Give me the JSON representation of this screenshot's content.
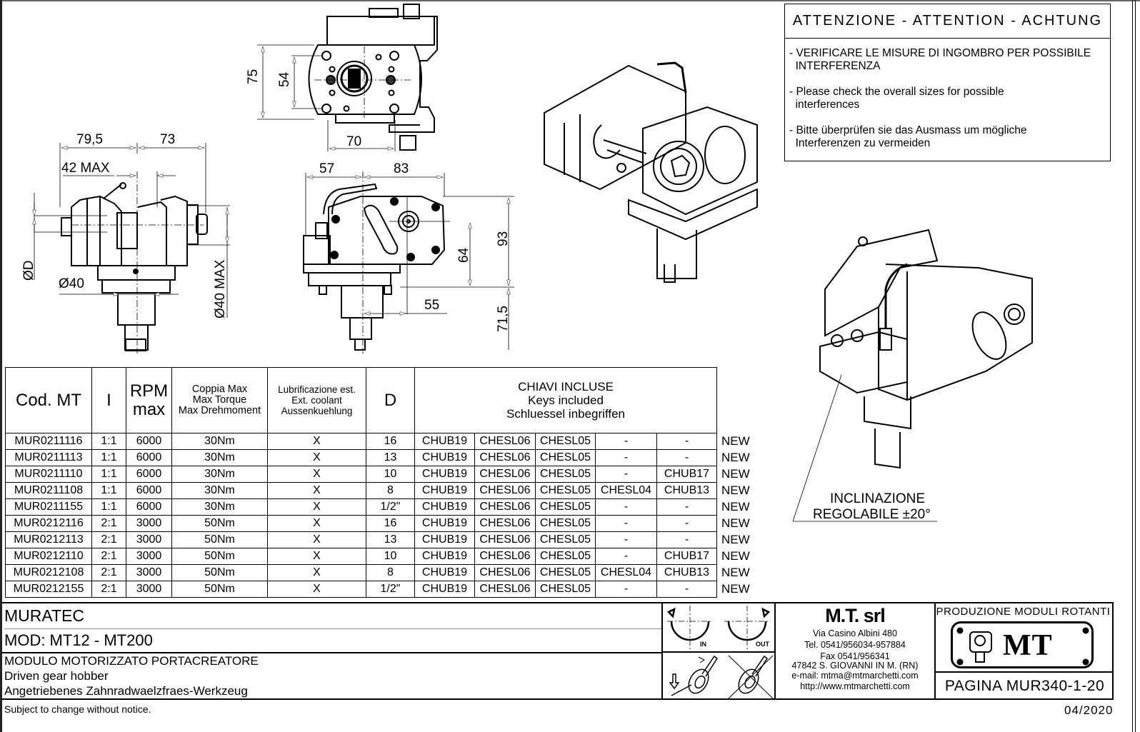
{
  "attention": {
    "title": "ATTENZIONE - ATTENTION - ACHTUNG",
    "notes": [
      "- VERIFICARE LE MISURE DI INGOMBRO PER POSSIBILE\n  INTERFERENZA",
      "- Please check the overall sizes for possible\n  interferences",
      "- Bitte überprüfen sie das Ausmass um mögliche\n  Interferenzen zu vermeiden"
    ]
  },
  "drawings": {
    "front_view_dims": {
      "d1": "79,5",
      "d2": "73",
      "d3": "42 MAX",
      "d4": "ØD",
      "d5": "Ø40",
      "d6": "Ø40 MAX"
    },
    "top_view_dims": {
      "d1": "75",
      "d2": "54",
      "d3": "70"
    },
    "side_view_dims": {
      "d1": "57",
      "d2": "83",
      "d3": "64",
      "d4": "93",
      "d5": "55",
      "d6": "71,5"
    },
    "inclination_note": {
      "line1": "INCLINAZIONE",
      "line2": "REGOLABILE ±20°"
    }
  },
  "spec_table": {
    "headers": {
      "code": "Cod. MT",
      "ratio": "I",
      "rpm": [
        "RPM",
        "max"
      ],
      "torque": [
        "Coppia Max",
        "Max Torque",
        "Max Drehmoment"
      ],
      "coolant": [
        "Lubrificazione est.",
        "Ext. coolant",
        "Aussenkuehlung"
      ],
      "d": "D",
      "keys": [
        "CHIAVI INCLUSE",
        "Keys included",
        "Schluessel inbegriffen"
      ]
    },
    "rows": [
      {
        "code": "MUR0211116",
        "ratio": "1:1",
        "rpm": "6000",
        "torque": "30Nm",
        "coolant": "X",
        "d": "16",
        "keys": [
          "CHUB19",
          "CHESL06",
          "CHESL05",
          "-",
          "-"
        ],
        "tag": "NEW"
      },
      {
        "code": "MUR0211113",
        "ratio": "1:1",
        "rpm": "6000",
        "torque": "30Nm",
        "coolant": "X",
        "d": "13",
        "keys": [
          "CHUB19",
          "CHESL06",
          "CHESL05",
          "-",
          "-"
        ],
        "tag": "NEW"
      },
      {
        "code": "MUR0211110",
        "ratio": "1:1",
        "rpm": "6000",
        "torque": "30Nm",
        "coolant": "X",
        "d": "10",
        "keys": [
          "CHUB19",
          "CHESL06",
          "CHESL05",
          "-",
          "CHUB17"
        ],
        "tag": "NEW"
      },
      {
        "code": "MUR0211108",
        "ratio": "1:1",
        "rpm": "6000",
        "torque": "30Nm",
        "coolant": "X",
        "d": "8",
        "keys": [
          "CHUB19",
          "CHESL06",
          "CHESL05",
          "CHESL04",
          "CHUB13"
        ],
        "tag": "NEW"
      },
      {
        "code": "MUR0211155",
        "ratio": "1:1",
        "rpm": "6000",
        "torque": "30Nm",
        "coolant": "X",
        "d": "1/2\"",
        "keys": [
          "CHUB19",
          "CHESL06",
          "CHESL05",
          "-",
          "-"
        ],
        "tag": "NEW"
      },
      {
        "code": "MUR0212116",
        "ratio": "2:1",
        "rpm": "3000",
        "torque": "50Nm",
        "coolant": "X",
        "d": "16",
        "keys": [
          "CHUB19",
          "CHESL06",
          "CHESL05",
          "-",
          "-"
        ],
        "tag": "NEW"
      },
      {
        "code": "MUR0212113",
        "ratio": "2:1",
        "rpm": "3000",
        "torque": "50Nm",
        "coolant": "X",
        "d": "13",
        "keys": [
          "CHUB19",
          "CHESL06",
          "CHESL05",
          "-",
          "-"
        ],
        "tag": "NEW"
      },
      {
        "code": "MUR0212110",
        "ratio": "2:1",
        "rpm": "3000",
        "torque": "50Nm",
        "coolant": "X",
        "d": "10",
        "keys": [
          "CHUB19",
          "CHESL06",
          "CHESL05",
          "-",
          "CHUB17"
        ],
        "tag": "NEW"
      },
      {
        "code": "MUR0212108",
        "ratio": "2:1",
        "rpm": "3000",
        "torque": "50Nm",
        "coolant": "X",
        "d": "8",
        "keys": [
          "CHUB19",
          "CHESL06",
          "CHESL05",
          "CHESL04",
          "CHUB13"
        ],
        "tag": "NEW"
      },
      {
        "code": "MUR0212155",
        "ratio": "2:1",
        "rpm": "3000",
        "torque": "50Nm",
        "coolant": "X",
        "d": "1/2\"",
        "keys": [
          "CHUB19",
          "CHESL06",
          "CHESL05",
          "-",
          "-"
        ],
        "tag": "NEW"
      }
    ]
  },
  "title_block": {
    "machine": "MURATEC",
    "model": "MOD: MT12 - MT200",
    "description": [
      "MODULO MOTORIZZATO PORTACREATORE",
      "Driven gear hobber",
      "Angetriebenes Zahnradwaelzfraes-Werkzeug"
    ],
    "rotation": {
      "in_label": "IN",
      "out_label": "OUT"
    },
    "company": {
      "name": "M.T. srl",
      "lines": [
        "Via Casino Albini 480",
        "Tel. 0541/956034-957884",
        "Fax 0541/956341",
        "47842 S. GIOVANNI IN M. (RN)",
        "e-mail: mtma@mtmarchetti.com",
        "http://www.mtmarchetti.com"
      ]
    },
    "logo": {
      "header": "PRODUZIONE MODULI ROTANTI",
      "mark": "MT"
    },
    "page": "PAGINA MUR340-1-20"
  },
  "footer": {
    "note": "Subject to change without notice.",
    "date": "04/2020"
  }
}
